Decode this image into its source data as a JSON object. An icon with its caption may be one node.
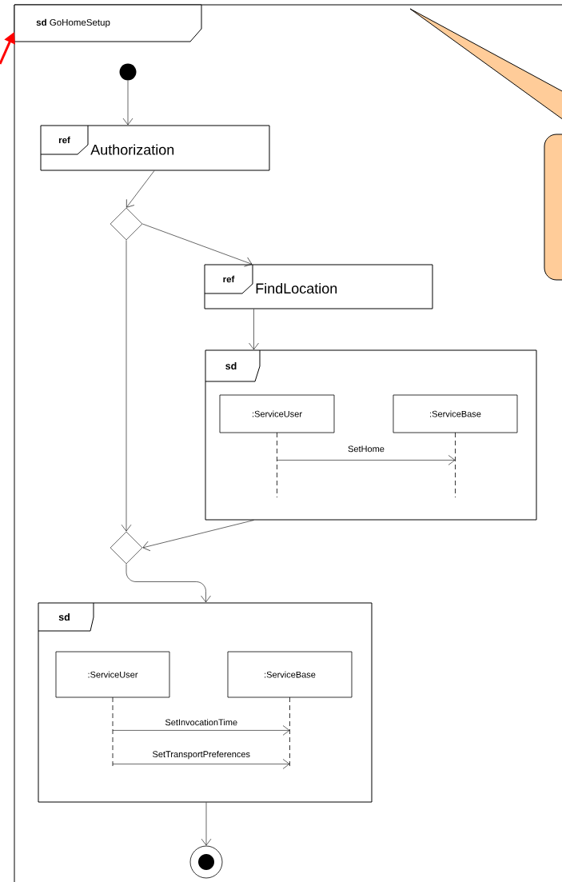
{
  "diagram": {
    "nodes": [
      {
        "text": [
          "**sd** GoHomeSetup"
        ]
      },
      {
        "text": [],
        "shape": "circle",
        "in": 0
      },
      {
        "text": [
          "ref",
          "Authorization"
        ],
        "in": 0
      },
      {
        "text": [],
        "shape": "diamond",
        "in": 0
      },
      {
        "text": [
          "ref",
          "FindLocation"
        ],
        "in": 0
      },
      {
        "text": [
          "sd"
        ],
        "in": 0
      },
      {
        "text": [
          ":ServiceUser"
        ],
        "in": 5
      },
      {
        "text": [
          ":ServiceBase"
        ],
        "in": 5
      },
      {
        "text": [],
        "shape": "diamond",
        "in": 0
      },
      {
        "text": [
          "sd"
        ],
        "in": 0
      },
      {
        "text": [
          ":ServiceUser"
        ],
        "in": 9
      },
      {
        "text": [
          ":ServiceBase"
        ],
        "in": 9
      },
      {
        "text": [],
        "shape": "circle",
        "in": 0
      }
    ],
    "edges": [
      {
        "from": 1,
        "to": 2,
        "arrow": "to"
      },
      {
        "from": 2,
        "to": 3,
        "arrow": "to"
      },
      {
        "from": 3,
        "to": 4,
        "arrow": "to"
      },
      {
        "from": 4,
        "to": 5,
        "arrow": "to"
      },
      {
        "from": 6,
        "to": 7,
        "arrow": "to",
        "label": "SetHome"
      },
      {
        "from": 3,
        "to": 8,
        "arrow": "to"
      },
      {
        "from": 5,
        "to": 8,
        "arrow": "to"
      },
      {
        "from": 8,
        "to": 9,
        "arrow": "to"
      },
      {
        "from": 10,
        "to": 11,
        "arrow": "to",
        "label": "SetInvocationTime"
      },
      {
        "from": 10,
        "to": 11,
        "arrow": "to",
        "label": "SetTransportPreferences"
      },
      {
        "from": 9,
        "to": 12,
        "arrow": "to"
      },
      {
        "from": null,
        "to": 0,
        "arrow": "to",
        "style": "thick",
        "color": "#ff0000"
      }
    ]
  }
}
